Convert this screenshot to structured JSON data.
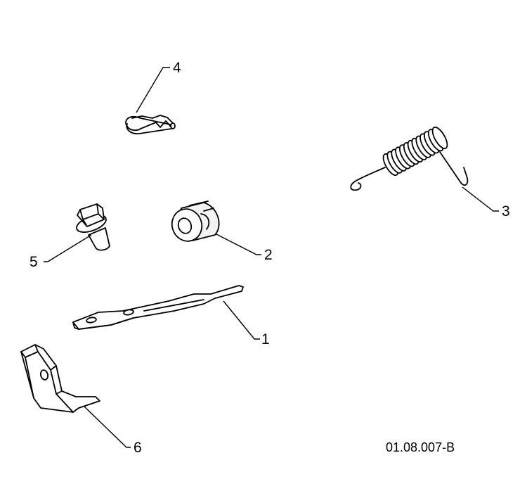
{
  "callouts": {
    "part_1": "1",
    "part_2": "2",
    "part_3": "3",
    "part_4": "4",
    "part_5": "5",
    "part_6": "6"
  },
  "reference_code": "01.08.007-B"
}
